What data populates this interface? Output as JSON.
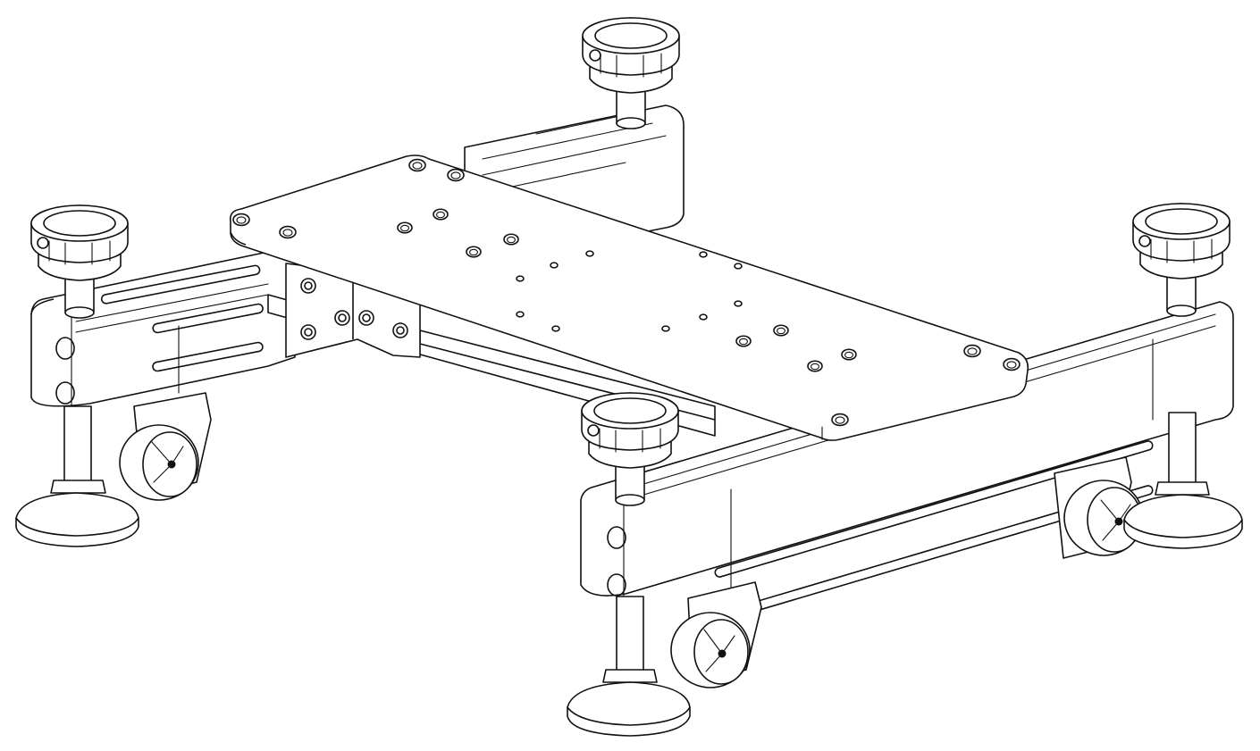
{
  "drawing": {
    "subject": "",
    "colors": {
      "line": "#111111",
      "background": "#ffffff"
    },
    "parts": {
      "leveling_feet": 4,
      "caster_wheels": 4,
      "mounting_plate_holes": 30,
      "corner_brackets": 1
    }
  }
}
